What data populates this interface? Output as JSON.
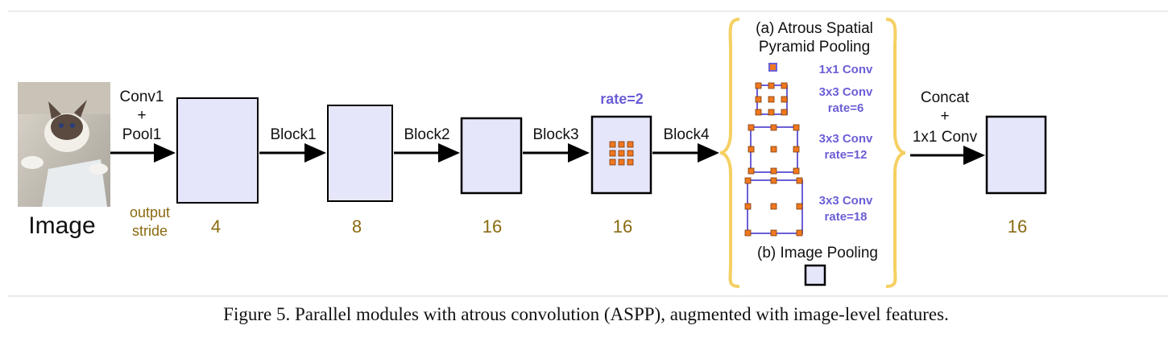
{
  "input": {
    "label": "Image",
    "photo_icon": "cat-photo"
  },
  "steps": [
    "Conv1",
    "+",
    "Pool1",
    "Block1",
    "Block2",
    "Block3",
    "Block4"
  ],
  "output_stride_label": [
    "output",
    "stride"
  ],
  "strides": [
    "4",
    "8",
    "16",
    "16",
    "16"
  ],
  "dilation_label": "rate=2",
  "aspp": {
    "title": [
      "(a) Atrous Spatial",
      "Pyramid Pooling"
    ],
    "branches": [
      {
        "name": "1x1 Conv",
        "rate": ""
      },
      {
        "name": "3x3 Conv",
        "rate": "rate=6"
      },
      {
        "name": "3x3 Conv",
        "rate": "rate=12"
      },
      {
        "name": "3x3 Conv",
        "rate": "rate=18"
      }
    ],
    "pooling_label": "(b) Image Pooling"
  },
  "concat": [
    "Concat",
    "+",
    "1x1 Conv"
  ],
  "caption": "Figure 5. Parallel modules with atrous convolution (ASPP), augmented with image-level features.",
  "colors": {
    "feature_map_fill": "#e6e6fa",
    "kernel_dot": "#f07820",
    "aspp_label": "#6b5fd6",
    "stride_text": "#8a6a10",
    "brace": "#f5d062"
  }
}
